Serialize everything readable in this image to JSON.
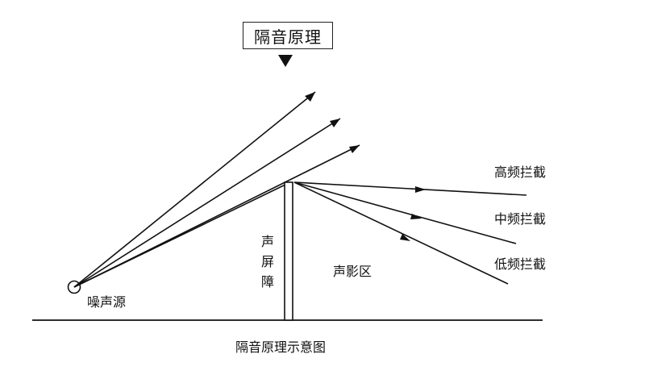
{
  "title": "隔音原理",
  "caption": "隔音原理示意图",
  "labels": {
    "noise_source": "噪声源",
    "barrier": [
      "声",
      "屏",
      "障"
    ],
    "shadow_zone": "声影区",
    "high_freq": "高频拦截",
    "mid_freq": "中频拦截",
    "low_freq": "低频拦截"
  },
  "colors": {
    "line": "#111111",
    "background": "#ffffff"
  }
}
